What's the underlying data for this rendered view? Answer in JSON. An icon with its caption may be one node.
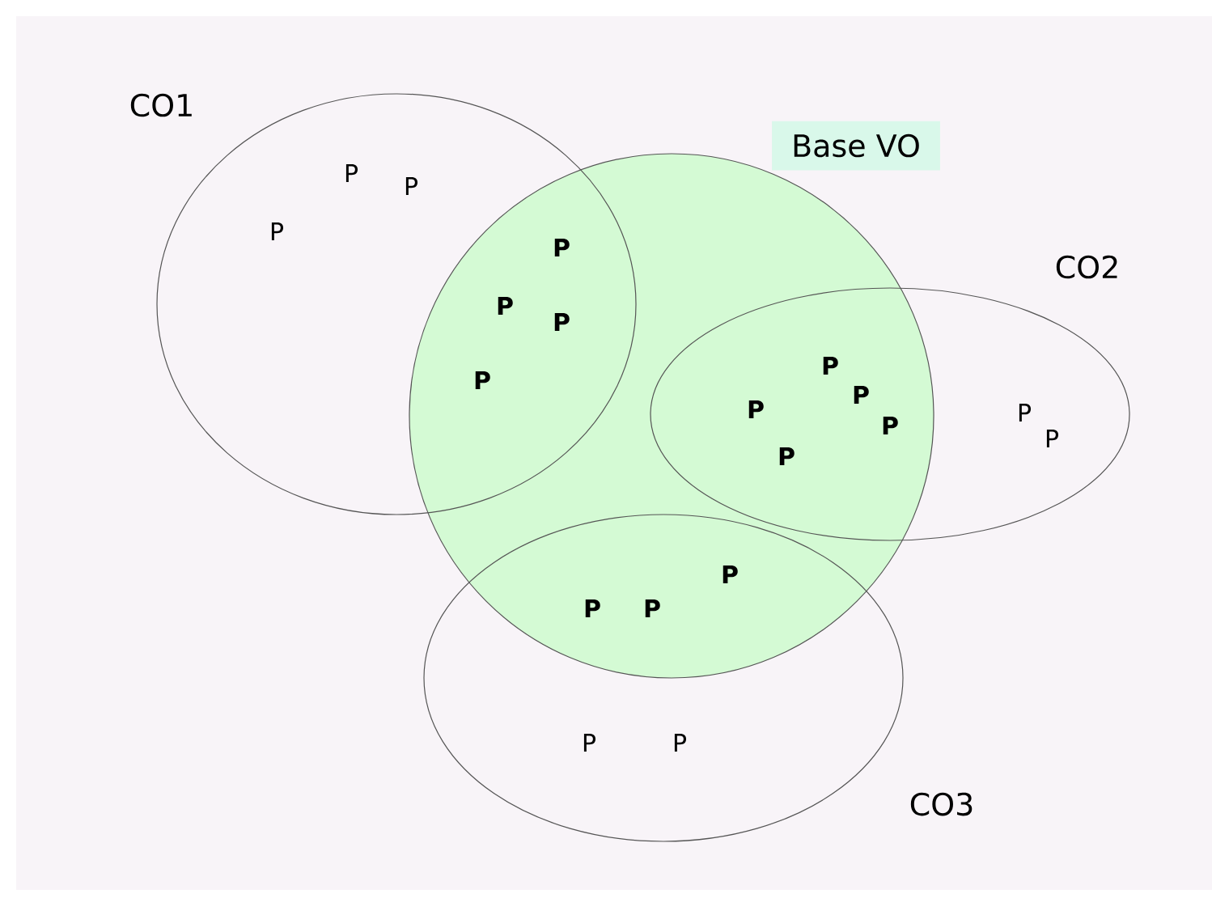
{
  "diagram": {
    "nodes": [
      {
        "text": [
          "CO1"
        ]
      },
      {
        "text": [
          "Base VO"
        ]
      },
      {
        "text": [
          "CO2"
        ]
      },
      {
        "text": [
          "CO3"
        ]
      }
    ],
    "labels": [
      "P",
      "P",
      "P",
      "P",
      "P",
      "P",
      "P",
      "P",
      "P",
      "P",
      "P",
      "P",
      "P",
      "P",
      "P",
      "P",
      "P",
      "P",
      "P"
    ]
  }
}
